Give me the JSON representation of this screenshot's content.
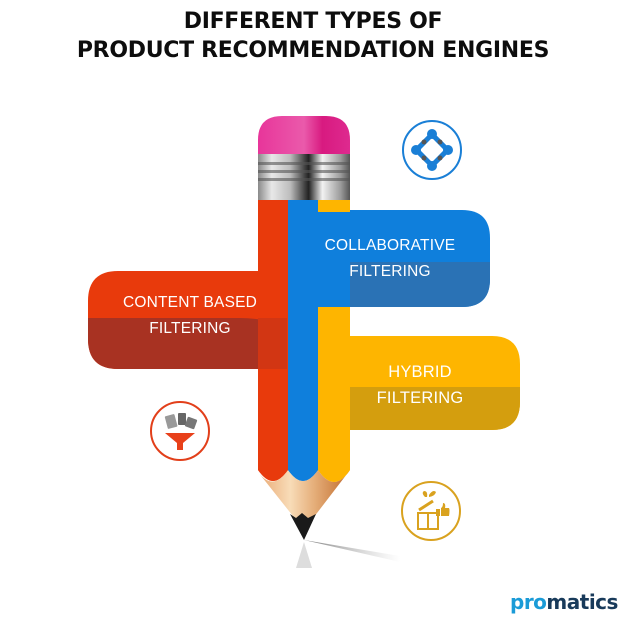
{
  "title": {
    "line1": "DIFFERENT TYPES OF",
    "line2": "PRODUCT RECOMMENDATION ENGINES"
  },
  "colors": {
    "red": "#e83a0c",
    "red_dark": "#a83222",
    "blue": "#0f7fdc",
    "blue_dark": "#2a72b5",
    "yellow": "#feb500",
    "yellow_dark": "#d49e0e",
    "eraser": "#e0238a",
    "logo_pro": "#1a9bd7",
    "logo_matics": "#183a5a"
  },
  "banners": [
    {
      "id": "content-based",
      "line1": "CONTENT BASED",
      "line2": "FILTERING",
      "color": "red"
    },
    {
      "id": "collaborative",
      "line1": "COLLABORATIVE",
      "line2": "FILTERING",
      "color": "blue"
    },
    {
      "id": "hybrid",
      "line1": "HYBRID",
      "line2": "FILTERING",
      "color": "yellow"
    }
  ],
  "icons": {
    "collaborative": "people-network-icon",
    "content_based": "funnel-filter-icon",
    "hybrid": "gift-thumbs-up-icon"
  },
  "logo": {
    "pro": "pro",
    "matics": "matics"
  }
}
